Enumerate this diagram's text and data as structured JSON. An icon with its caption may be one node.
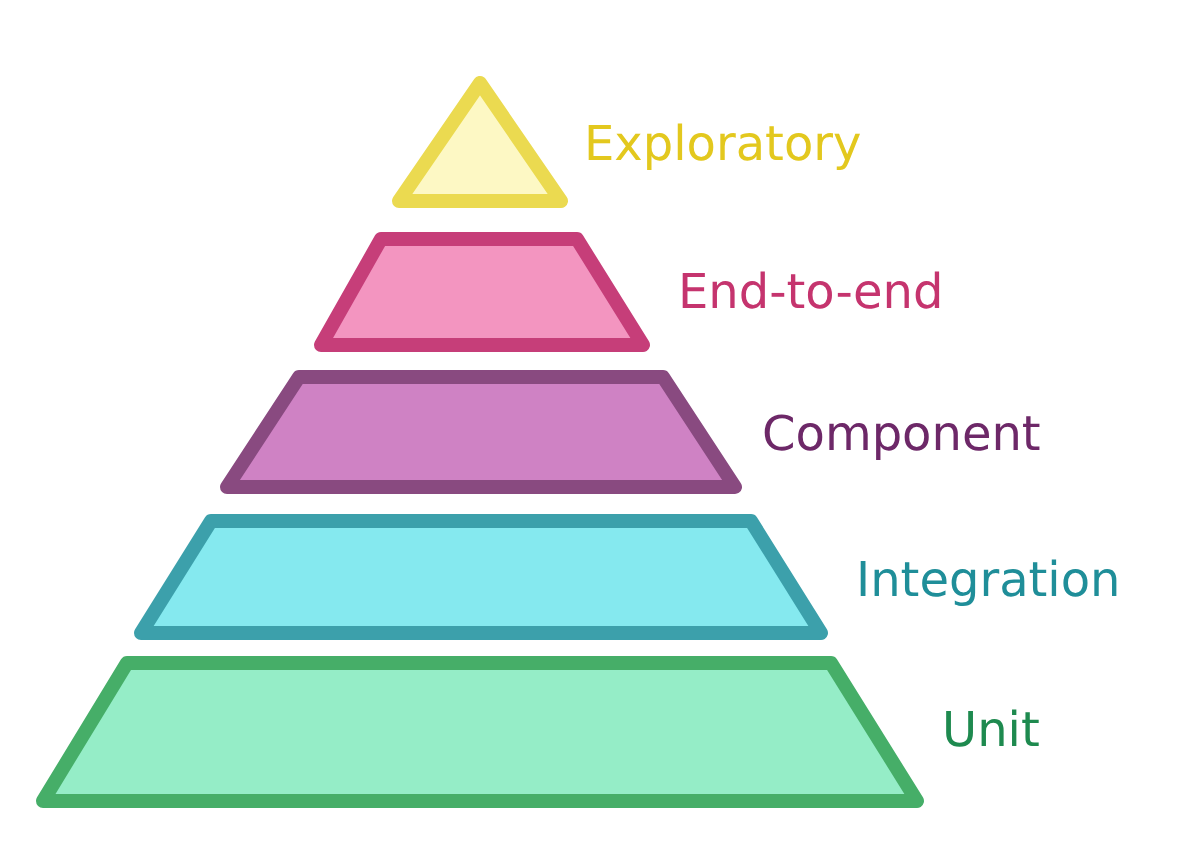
{
  "diagram": {
    "nodes": [
      {
        "text": [],
        "shape": "triangle",
        "beside": [
          "Exploratory"
        ]
      },
      {
        "text": [],
        "shape": "trapezoid",
        "beside": [
          "End-to-end"
        ]
      },
      {
        "text": [],
        "shape": "trapezoid",
        "beside": [
          "Component"
        ]
      },
      {
        "text": [],
        "shape": "trapezoid",
        "beside": [
          "Integration"
        ]
      },
      {
        "text": [],
        "shape": "trapezoid",
        "beside": [
          "Unit"
        ]
      }
    ]
  }
}
